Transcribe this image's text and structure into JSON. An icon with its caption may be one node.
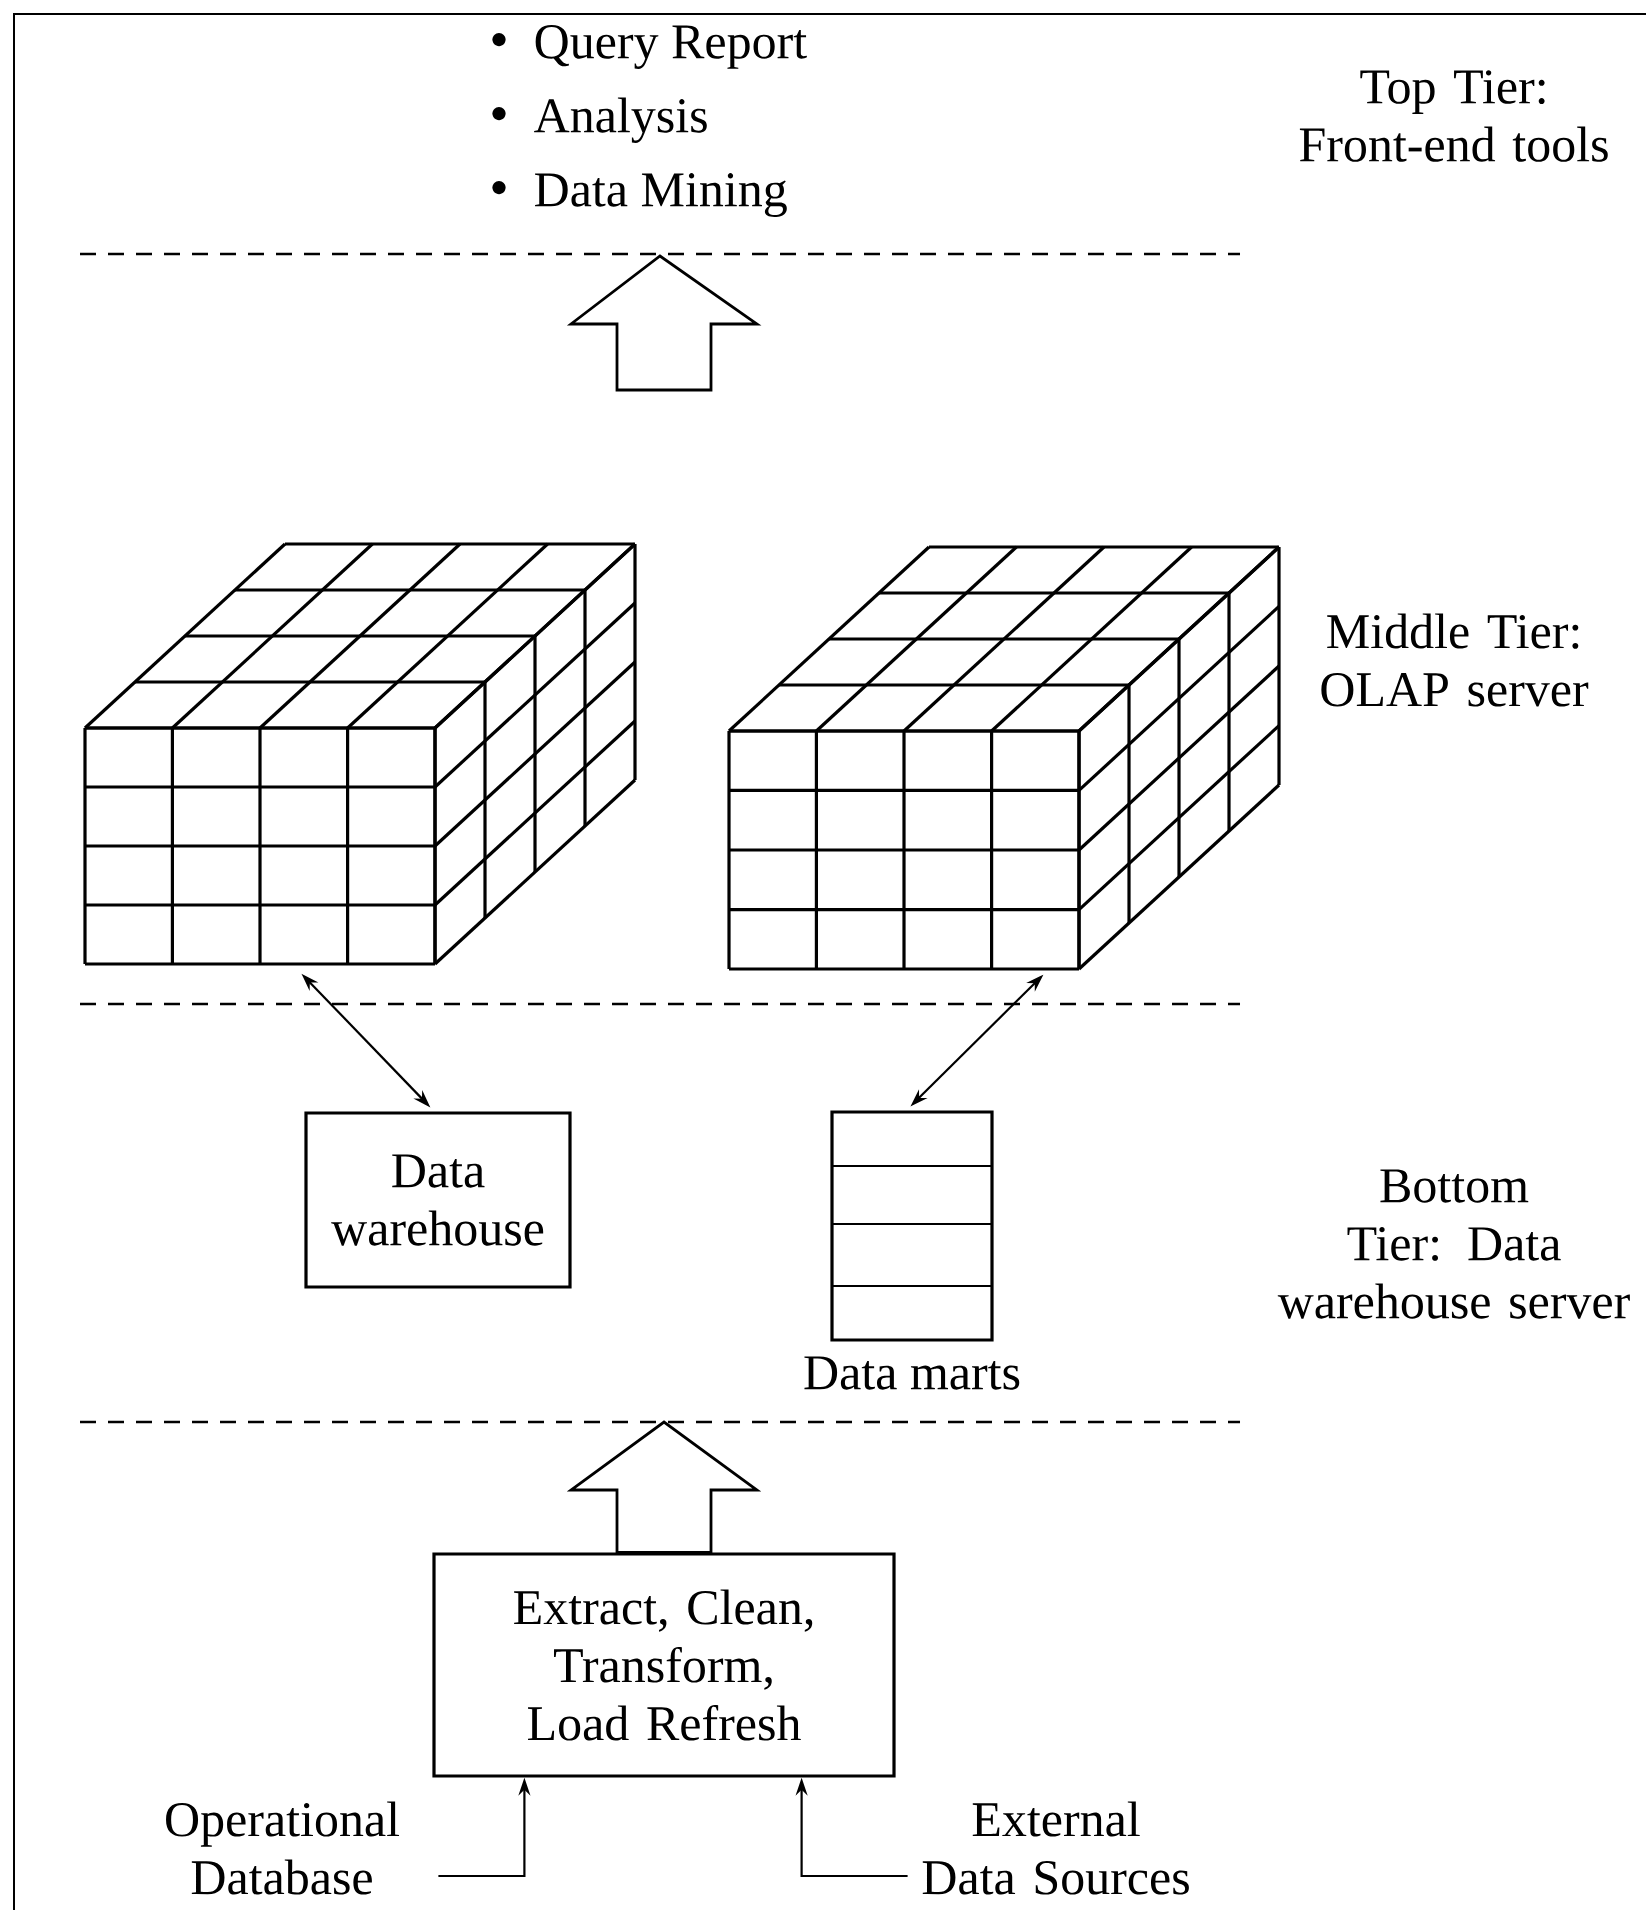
{
  "diagram": {
    "nodes": [
      {
        "text": [
          "Query Report",
          "Analysis",
          "Data Mining"
        ]
      },
      {
        "text": [],
        "shape": "cube"
      },
      {
        "text": [],
        "shape": "cube"
      },
      {
        "text": [
          "Data warehouse"
        ]
      },
      {
        "text": [
          "Data marts"
        ]
      },
      {
        "text": [
          "Extract, Clean, Transform, Load Refresh"
        ]
      },
      {
        "text": [
          "Operational Database"
        ]
      },
      {
        "text": [
          "External Data Sources"
        ]
      }
    ],
    "edges": [
      {
        "from": null,
        "to": 0,
        "arrow": "to",
        "style": "thick"
      },
      {
        "from": 1,
        "to": 3,
        "arrow": "both"
      },
      {
        "from": 2,
        "to": 4,
        "arrow": "both"
      },
      {
        "from": 5,
        "to": null,
        "arrow": "to",
        "style": "thick"
      },
      {
        "from": 6,
        "to": 5,
        "arrow": "to"
      },
      {
        "from": 7,
        "to": 5,
        "arrow": "to"
      }
    ],
    "labels": [
      "Top Tier: Front-end tools",
      "Middle Tier: OLAP server",
      "Bottom Tier: Data warehouse server"
    ]
  }
}
